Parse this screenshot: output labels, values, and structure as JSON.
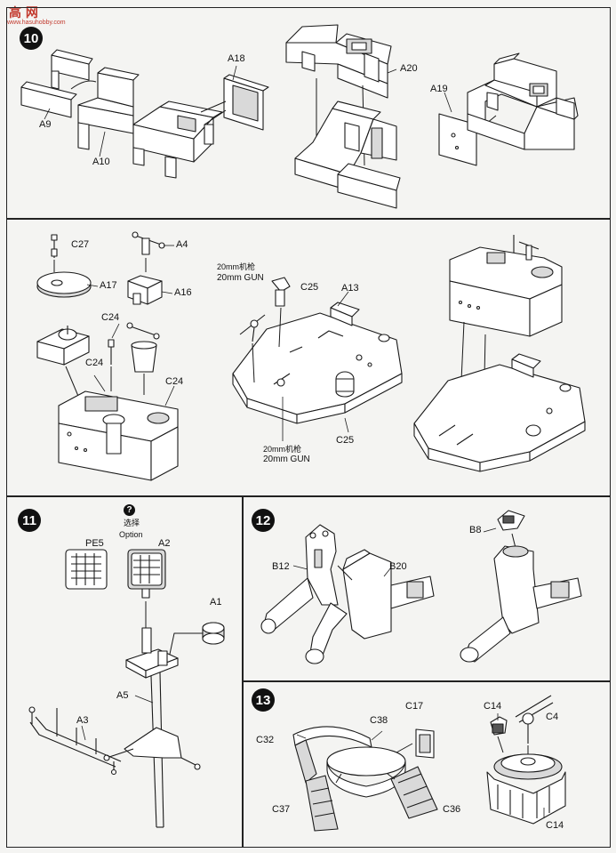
{
  "watermark": {
    "text": "高 网",
    "url": "www.hasuhobby.com"
  },
  "steps": {
    "s10": "10",
    "s11": "11",
    "s12": "12",
    "s13": "13"
  },
  "option": {
    "icon": "?",
    "zh": "选择",
    "en": "Option"
  },
  "panel1": {
    "a9": "A9",
    "a10": "A10",
    "a18": "A18",
    "a20": "A20",
    "a19": "A19"
  },
  "panel2": {
    "c27": "C27",
    "a4": "A4",
    "a17": "A17",
    "a16": "A16",
    "c24a": "C24",
    "c24b": "C24",
    "c24c": "C24",
    "gun_top_zh": "20mm机枪",
    "gun_top_en": "20mm GUN",
    "c25a": "C25",
    "a13": "A13",
    "c25b": "C25",
    "gun_bot_zh": "20mm机枪",
    "gun_bot_en": "20mm GUN"
  },
  "panel3": {
    "pe5": "PE5",
    "a2": "A2",
    "a1": "A1",
    "a5": "A5",
    "a3": "A3"
  },
  "panel4": {
    "b12": "B12",
    "b20": "B20",
    "b8": "B8"
  },
  "panel5": {
    "c17": "C17",
    "c38": "C38",
    "c32": "C32",
    "c37": "C37",
    "c36": "C36",
    "c14a": "C14",
    "c4": "C4",
    "c14b": "C14"
  }
}
